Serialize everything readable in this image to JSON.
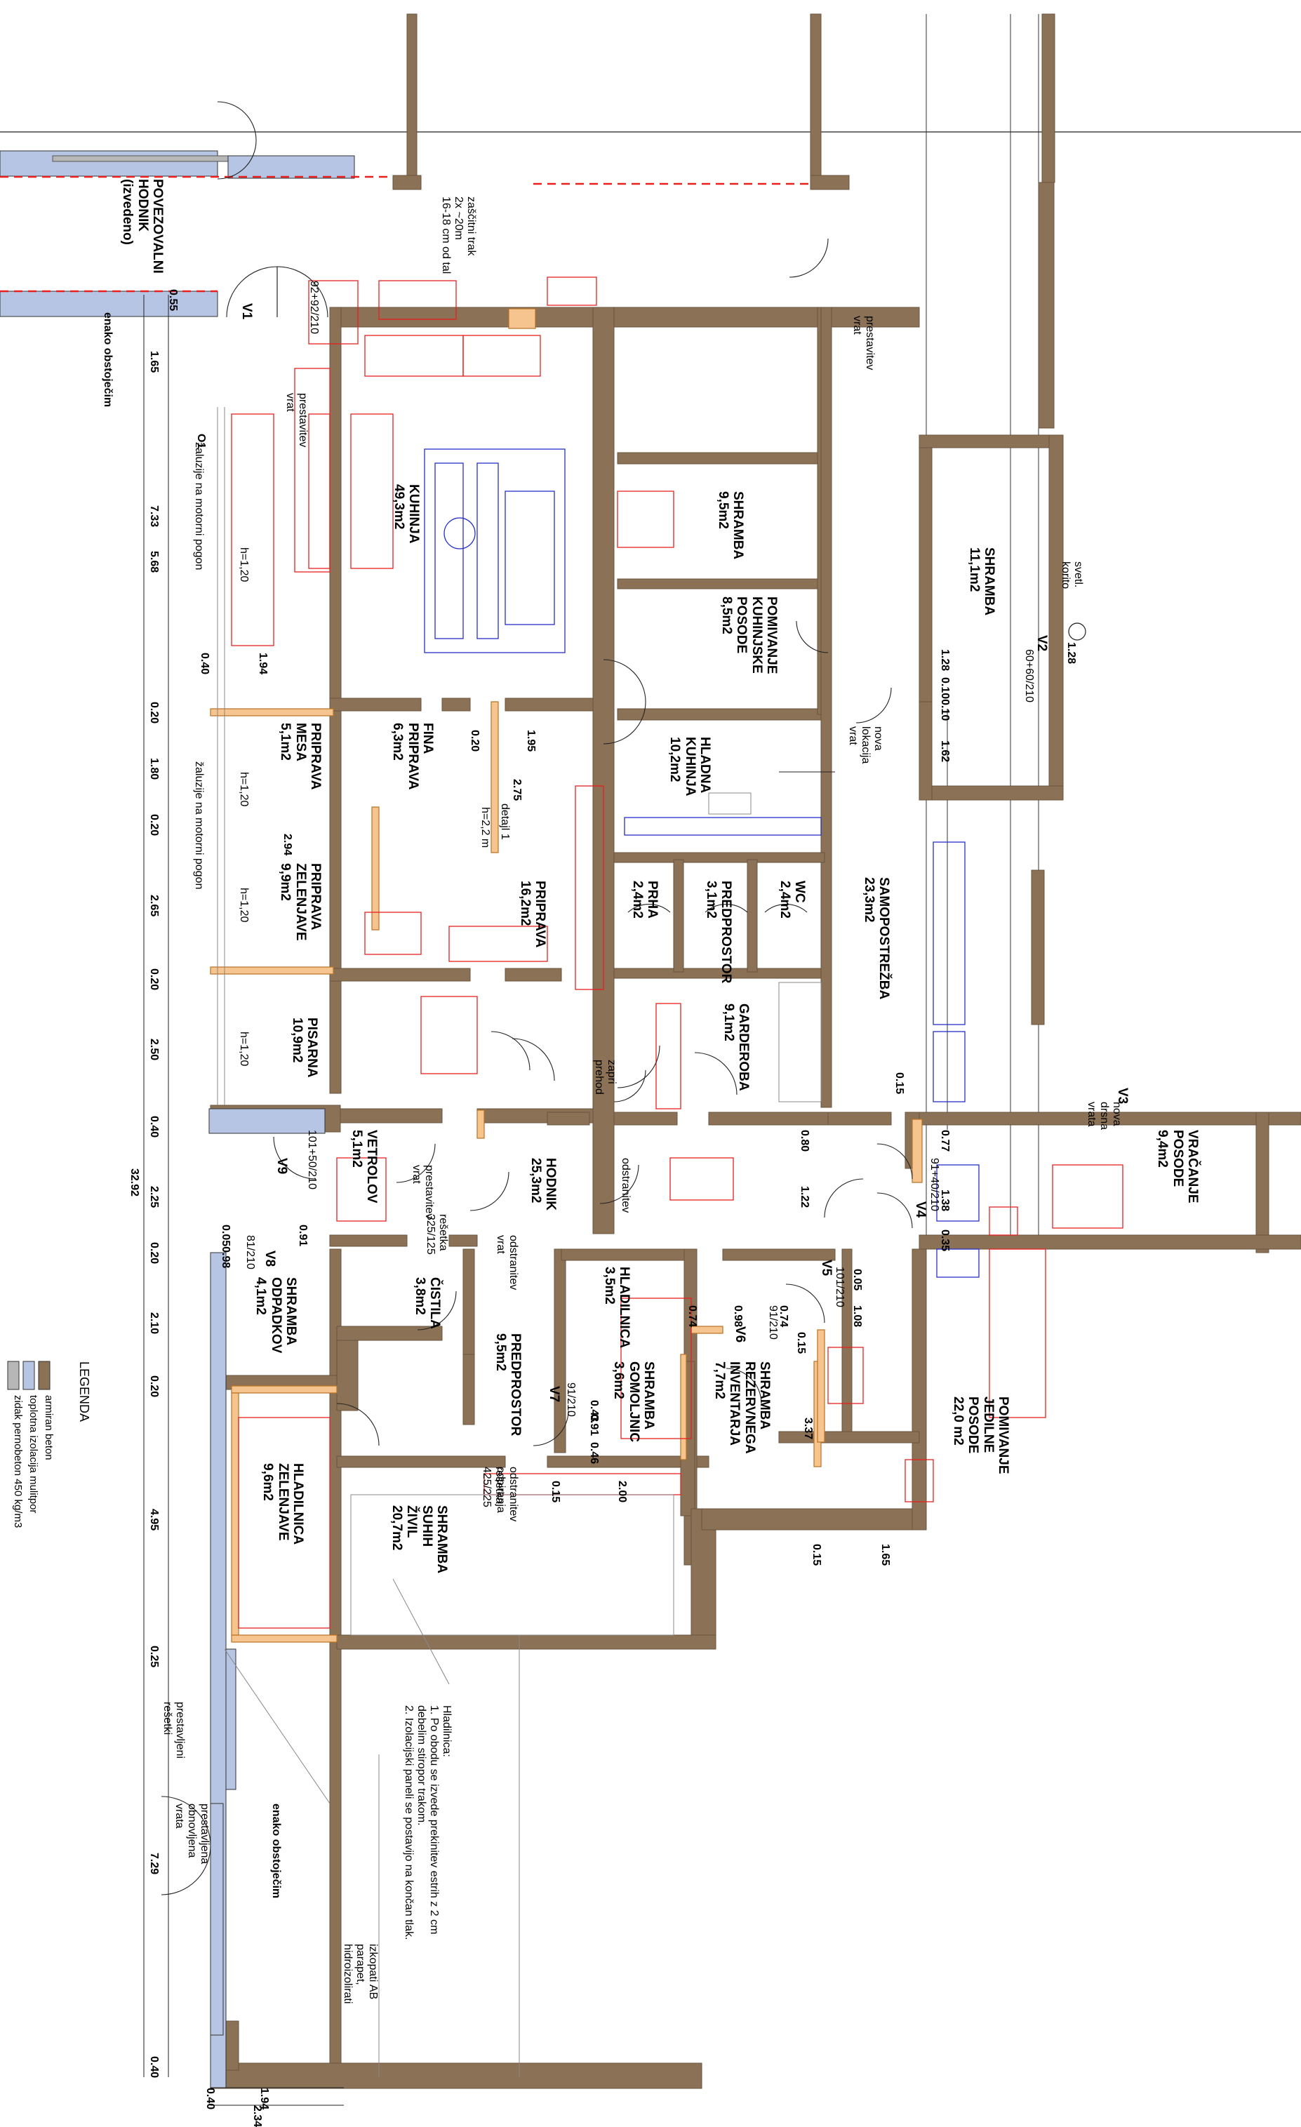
{
  "colors": {
    "concrete": "#8b7256",
    "insulation": "#b6c5e4",
    "brick": "#b7b7b7",
    "sill": "#f6c48e",
    "red": "#e8201f",
    "blue": "#2530c8"
  },
  "rooms": {
    "kuhinja": "KUHINJA\n49,3m2",
    "shramba_a": "SHRAMBA\n9,5m2",
    "pomivanje_kuh": "POMIVANJE\nKUHINJSKE\nPOSODE\n8,5m2",
    "shramba_b": "SHRAMBA\n11,1m2",
    "priprava_mesa": "PRIPRAVA\nMESA\n5,1m2",
    "fina_priprava": "FINA\nPRIPRAVA\n6,3m2",
    "hladna_kuhinja": "HLADNA\nKUHINJA\n10,2m2",
    "priprava_zel": "PRIPRAVA\nZELENJAVE\n9,9m2",
    "priprava": "PRIPRAVA\n16,2m2",
    "prha": "PRHA\n2,4m2",
    "predprostor_a": "PREDPROSTOR\n3,1m2",
    "wc": "WC\n2,4m2",
    "samopostrezba": "SAMOPOSTREŽBA\n23,3m2",
    "pisarna": "PISARNA\n10,9m2",
    "garderoba": "GARDEROBA\n9,1m2",
    "vracanje": "VRAČANJE\nPOSODE\n9,4m2",
    "vetrolov": "VETROLOV\n5,1m2",
    "hodnik": "HODNIK\n25,3m2",
    "shramba_odpadkov": "SHRAMBA\nODPADKOV\n4,1m2",
    "cistila": "ČISTILA\n3,8m2",
    "predprostor_b": "PREDPROSTOR\n9,5m2",
    "hladilnica_a": "HLADILNICA\n3,5m2",
    "shramba_gomoljnic": "SHRAMBA\nGOMOLJNIC\n3,6m2",
    "shramba_rezervnega": "SHRAMBA\nREZERVNEGA\nINVENTARJA\n7,7m2",
    "pomivanje_jedilne": "POMIVANJE\nJEDILNE\nPOSODE\n22,0 m2",
    "hladilnica_zel": "HLADILNICA\nZELENJAVE\n9,6m2",
    "shramba_suhih": "SHRAMBA\nSUHIH\nŽIVIL\n20,7m2",
    "povezovalni": "POVEZOVALNI\nHODNIK\n(izvedeno)"
  },
  "notes": {
    "zascitni": "zaščitni trak\n2x ~20m\n16-18 cm od tal",
    "enako1": "enako obstoječim",
    "enako2": "enako obstoječim",
    "prest1": "prestavitev\nvrat",
    "prest2": "prestavitev\nvrat",
    "prest3": "prestavitev\nvrat",
    "svetl": "svetl.\nkorito",
    "nova_lok": "nova\nlokacija\nvrat",
    "zaluzije1": "žaluzije na motorni pogon",
    "zaluzije2": "žaluzije na motorni pogon",
    "detajl": "detajl 1",
    "h22": "h=2,2 m",
    "zapri": "zapri\nprehod",
    "odstr1": "odstranitev",
    "odstr2": "odstranitev\nvrat",
    "odstr3": "odstranitev\nodpiranja",
    "resetka1": "rešetka\n325/125",
    "resetka2": "rešetka\n425/225",
    "nova_drsna": "nova\ndrsna\nvrata",
    "hladilnica_note": "Hladilnica:\n1. Po obodu se izvede prekinitev estrih z 2 cm\ndebelim stiropor trakom.\n2. Izolacijski paneli se postavijo na končan tlak.",
    "prest_res": "prestavljeni\nrešetki",
    "prest_obn": "prestavljena\nobnovljena\nvrata",
    "izkopati": "izkopati AB\nparapet,\nhidroizolirati",
    "o1": "O1"
  },
  "doors": {
    "v1": "V1",
    "v1d": "92+92/210",
    "v2": "V2",
    "v2d": "60+60/210",
    "v3": "V3",
    "v4": "V4",
    "v4d": "91+40/210",
    "v5": "V5",
    "v5d": "101/210",
    "v6": "V6",
    "v6d": "91/210",
    "v7": "V7",
    "v7d": "91/210",
    "v8": "V8",
    "v8d": "81/210",
    "v9": "V9",
    "v9d": "101+50/210"
  },
  "heights": {
    "h1": "h=1,20",
    "h2": "h=1,20",
    "h3": "h=1,20",
    "h4": "h=1,20"
  },
  "dims_chain": [
    "0.55",
    "1.65",
    "7.33",
    "5.68",
    "0.20",
    "1.80",
    "0.20",
    "2.65",
    "0.20",
    "2.50",
    "0.40",
    "2.25",
    "0.20",
    "2.10",
    "0.20",
    "4.95",
    "0.25",
    "7.29",
    "0.40"
  ],
  "dims_total": "32.92",
  "dims_misc": {
    "d040a": "0.40",
    "d194a": "1.94",
    "d020": "0.20",
    "d195": "1.95",
    "d275": "2.75",
    "d294": "2.94",
    "d128a": "1.28",
    "d128b": "1.28",
    "d0100": "0.100.10",
    "d162": "1.62",
    "d015a": "0.15",
    "d077": "0.77",
    "d138": "1.38",
    "d035": "0.35",
    "d080": "0.80",
    "d122": "1.22",
    "d005": "0.05",
    "d108": "1.08",
    "d074a": "0.74",
    "d098a": "0.98",
    "d074b": "0.74",
    "d015b": "0.15",
    "d043": "0.43",
    "d091": "0.91",
    "d046": "0.46",
    "d015c": "0.15",
    "d200": "2.00",
    "d337": "3.37",
    "d015d": "0.15",
    "d165": "1.65",
    "d005b": "0.050.98",
    "d091b": "0.91",
    "d040b": "0.40",
    "d194b": "1.94",
    "d234": "2.34"
  },
  "legend": {
    "title": "LEGENDA",
    "items": [
      "armiran beton",
      "toplotna izolacija mulitpor",
      "zidak pernobeton 450 kg/m3"
    ]
  }
}
